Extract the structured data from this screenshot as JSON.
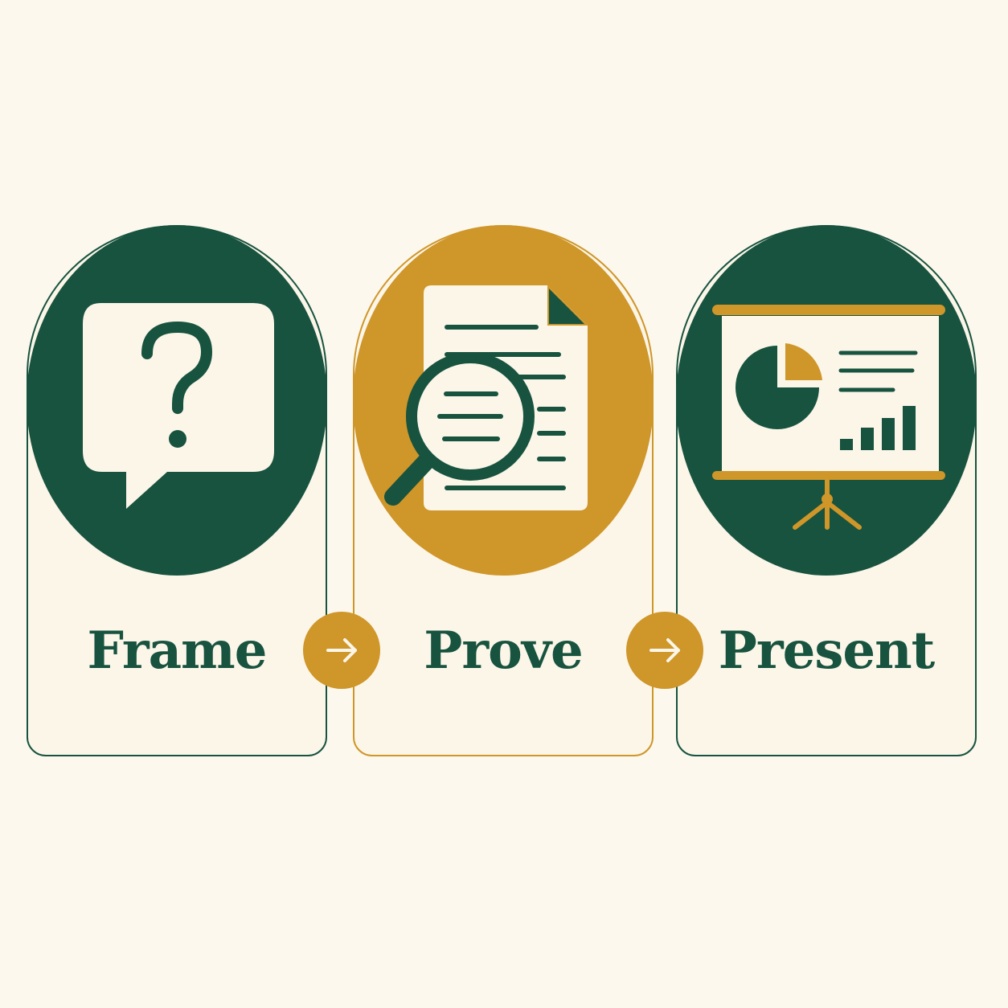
{
  "colors": {
    "background": "#fcf8ee",
    "green": "#17533f",
    "gold": "#cf9629",
    "cream": "#fcf6e9"
  },
  "steps": [
    {
      "label": "Frame",
      "icon": "question-speech-bubble-icon",
      "accent": "green"
    },
    {
      "label": "Prove",
      "icon": "document-magnifier-icon",
      "accent": "gold"
    },
    {
      "label": "Present",
      "icon": "presentation-board-icon",
      "accent": "green"
    }
  ],
  "connectors": [
    {
      "icon": "arrow-right-icon"
    },
    {
      "icon": "arrow-right-icon"
    }
  ]
}
